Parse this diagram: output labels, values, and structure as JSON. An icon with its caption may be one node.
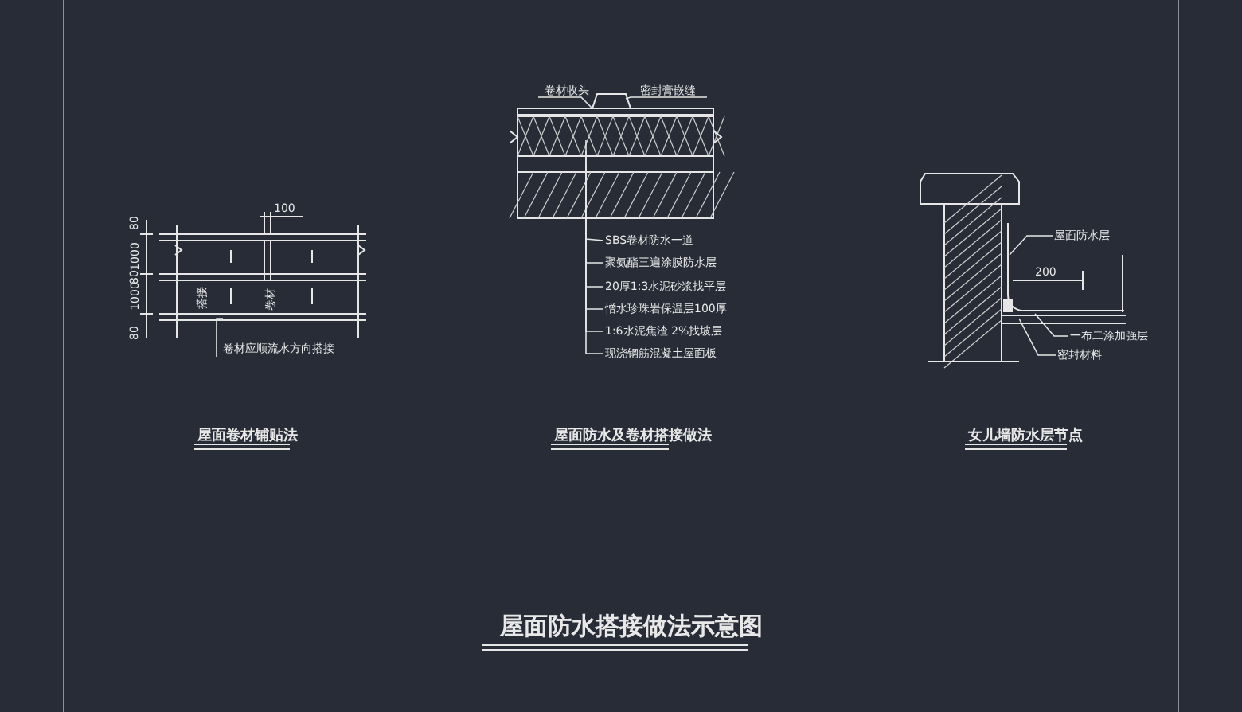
{
  "diagram": {
    "title": "屋面防水搭接做法示意图",
    "nodes": [
      {
        "text": [
          "卷材应顺流水方向搭接"
        ]
      },
      {
        "text": [
          "卷材收头"
        ]
      },
      {
        "text": [
          "密封膏嵌缝"
        ]
      },
      {
        "text": [
          "SBS卷材防水一道"
        ]
      },
      {
        "text": [
          "聚氨酯三遍涂膜防水层"
        ]
      },
      {
        "text": [
          "20厚1:3水泥砂浆找平层"
        ]
      },
      {
        "text": [
          "憎水珍珠岩保温层100厚"
        ]
      },
      {
        "text": [
          "1:6水泥焦渣 2%找坡层"
        ]
      },
      {
        "text": [
          "现浇钢筋混凝土屋面板"
        ]
      },
      {
        "text": [
          "屋面防水层"
        ]
      },
      {
        "text": [
          "一布二涂加强层"
        ]
      },
      {
        "text": [
          "密封材料"
        ]
      }
    ],
    "edges": [
      {
        "from": 0,
        "to": null,
        "arrow": "none"
      },
      {
        "from": 1,
        "to": null,
        "arrow": "none"
      },
      {
        "from": 2,
        "to": null,
        "arrow": "none"
      },
      {
        "from": 3,
        "to": null,
        "arrow": "none"
      },
      {
        "from": 4,
        "to": null,
        "arrow": "none"
      },
      {
        "from": 5,
        "to": null,
        "arrow": "none"
      },
      {
        "from": 6,
        "to": null,
        "arrow": "none"
      },
      {
        "from": 7,
        "to": null,
        "arrow": "none"
      },
      {
        "from": 8,
        "to": null,
        "arrow": "none"
      },
      {
        "from": 9,
        "to": null,
        "arrow": "none"
      },
      {
        "from": 10,
        "to": null,
        "arrow": "none"
      },
      {
        "from": 11,
        "to": null,
        "arrow": "none"
      }
    ],
    "labels": [
      "100",
      "80",
      "1000",
      "80",
      "1000",
      "80",
      "搭接",
      "卷材",
      "屋面卷材铺贴法",
      "屋面防水及卷材搭接做法",
      "200",
      "女儿墙防水层节点"
    ]
  }
}
